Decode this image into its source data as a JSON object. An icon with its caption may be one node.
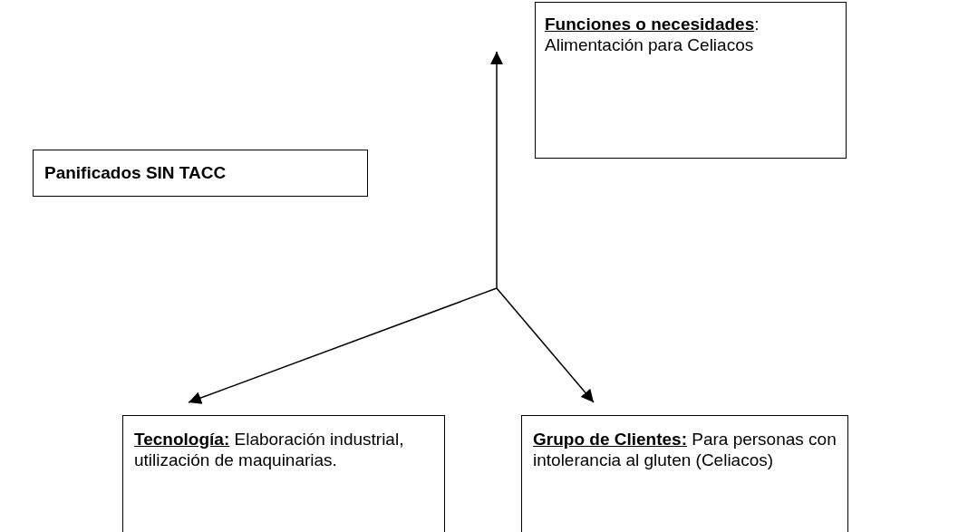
{
  "diagram": {
    "nodes": [
      {
        "text": [
          "**Funciones o necesidades**: Alimentación para Celiacos"
        ]
      },
      {
        "text": [
          "Panificados SIN TACC"
        ]
      },
      {
        "text": [
          "**Tecnología:** Elaboración industrial, utilización de maquinarias."
        ]
      },
      {
        "text": [
          "**Grupo de Clientes:** Para personas con intolerancia al gluten (Celiacos)"
        ]
      }
    ],
    "edges": [
      {
        "from": null,
        "to": 0,
        "arrow": "to"
      },
      {
        "from": null,
        "to": 2,
        "arrow": "to"
      },
      {
        "from": null,
        "to": 3,
        "arrow": "to"
      }
    ]
  }
}
